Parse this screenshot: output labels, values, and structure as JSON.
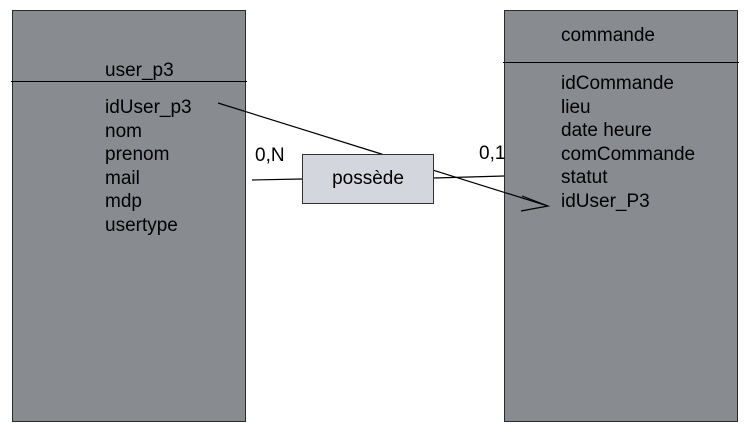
{
  "entities": {
    "user": {
      "name": "user_p3",
      "attributes": [
        "idUser_p3",
        "nom",
        "prenom",
        "mail",
        "mdp",
        "usertype"
      ]
    },
    "commande": {
      "name": "commande",
      "attributes": [
        "idCommande",
        "lieu",
        "date heure",
        "comCommande",
        "statut",
        "idUser_P3"
      ]
    }
  },
  "relation": {
    "label": "possède",
    "cardinality_left": "0,N",
    "cardinality_right": "0,1"
  },
  "colors": {
    "entity_fill": "#888c91",
    "relation_fill": "#d3d6dc",
    "line": "#000000"
  }
}
